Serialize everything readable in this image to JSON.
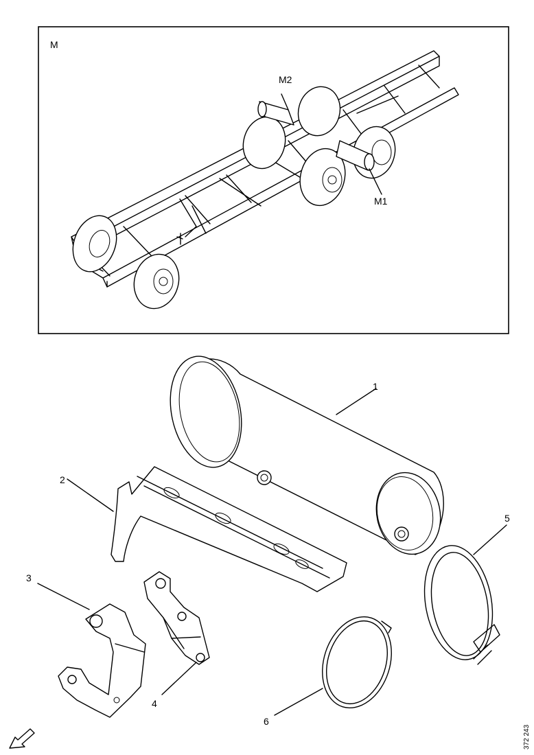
{
  "inset": {
    "label": "M",
    "callouts": {
      "m1": "M1",
      "m2": "M2"
    }
  },
  "parts": {
    "p1": "1",
    "p2": "2",
    "p3": "3",
    "p4": "4",
    "p5": "5",
    "p6": "6"
  },
  "reference": "372 243",
  "icons": {
    "direction": "arrow-down-left-icon"
  }
}
